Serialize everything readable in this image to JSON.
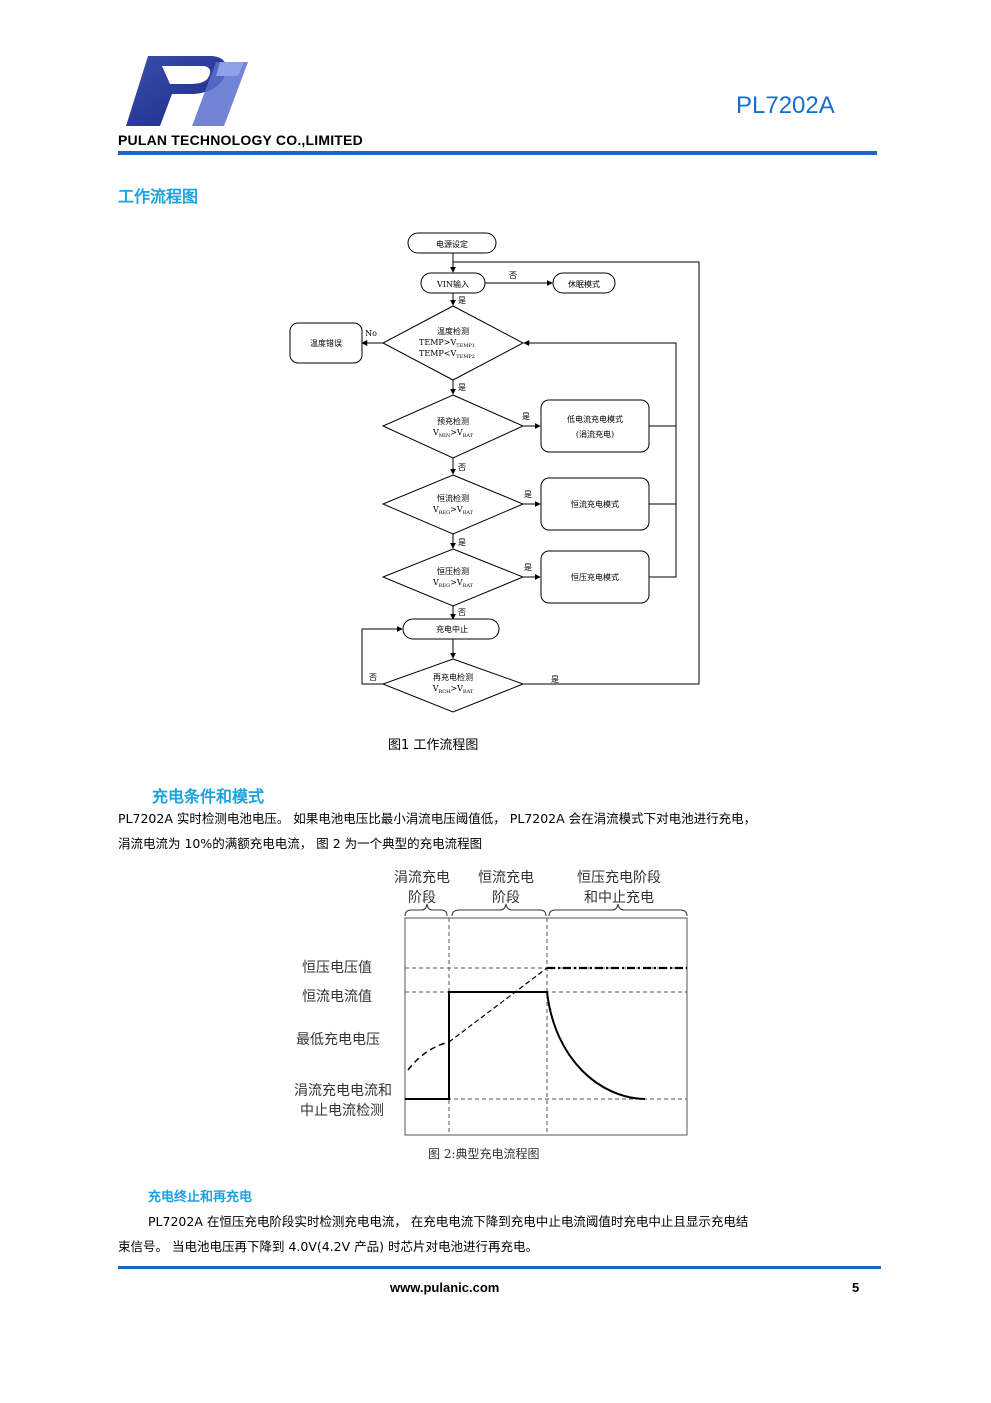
{
  "header": {
    "company": "PULAN TECHNOLOGY CO.,LIMITED",
    "product": "PL7202A"
  },
  "section1": {
    "title": "工作流程图",
    "figure_caption": "图1 工作流程图"
  },
  "flowchart": {
    "start": "电源设定",
    "vin": "VIN输入",
    "sleep": "休眠模式",
    "temp_error": "温度错误",
    "temp_check": "温度检测",
    "temp_cond1": "TEMP>V",
    "temp_sub1": "TEMP1",
    "temp_cond2": "TEMP<V",
    "temp_sub2": "TEMP2",
    "pre_check": "预充检测",
    "pre_cond_v1": "V",
    "pre_cond_s1": "MIN",
    "pre_cond_gt": ">V",
    "pre_cond_s2": "BAT",
    "low_mode_1": "低电流充电模式",
    "low_mode_2": "(涓流充电)",
    "cc_check": "恒流检测",
    "cc_s1": "REG",
    "cc_s2": "BAT",
    "cc_mode": "恒流充电模式",
    "cv_check": "恒压检测",
    "cv_s1": "REG",
    "cv_s2": "BAT",
    "cv_mode": "恒压充电模式",
    "stop": "充电中止",
    "recharge_check": "再充电检测",
    "rc_s1": "RCH",
    "rc_s2": "BAT",
    "yes": "是",
    "no": "否",
    "no_en": "No"
  },
  "section2": {
    "title": "充电条件和模式",
    "paragraph_line1": "PL7202A 实时检测电池电压。 如果电池电压比最小涓流电压阈值低， PL7202A 会在涓流模式下对电池进行充电，",
    "paragraph_line2": "涓流电流为 10%的满额充电电流， 图 2 为一个典型的充电流程图"
  },
  "charge_figure": {
    "phase1_l1": "涓流充电",
    "phase1_l2": "阶段",
    "phase2_l1": "恒流充电",
    "phase2_l2": "阶段",
    "phase3_l1": "恒压充电阶段",
    "phase3_l2": "和中止充电",
    "label_cv": "恒压电压值",
    "label_cc": "恒流电流值",
    "label_min": "最低充电电压",
    "label_trickle_l1": "涓流充电电流和",
    "label_trickle_l2": "中止电流检测",
    "caption": "图 2:典型充电流程图"
  },
  "section3": {
    "title": "充电终止和再充电",
    "paragraph_line1": "PL7202A 在恒压充电阶段实时检测充电电流， 在充电电流下降到充电中止电流阈值时充电中止且显示充电结",
    "paragraph_line2": "束信号。 当电池电压再下降到 4.0V(4.2V 产品) 时芯片对电池进行再充电。"
  },
  "footer": {
    "url": "www.pulanic.com",
    "page": "5"
  },
  "colors": {
    "brand_blue": "#1b67c4",
    "heading_cyan": "#1aa3e0"
  },
  "icons": {
    "logo": "pulan-logo-icon"
  }
}
